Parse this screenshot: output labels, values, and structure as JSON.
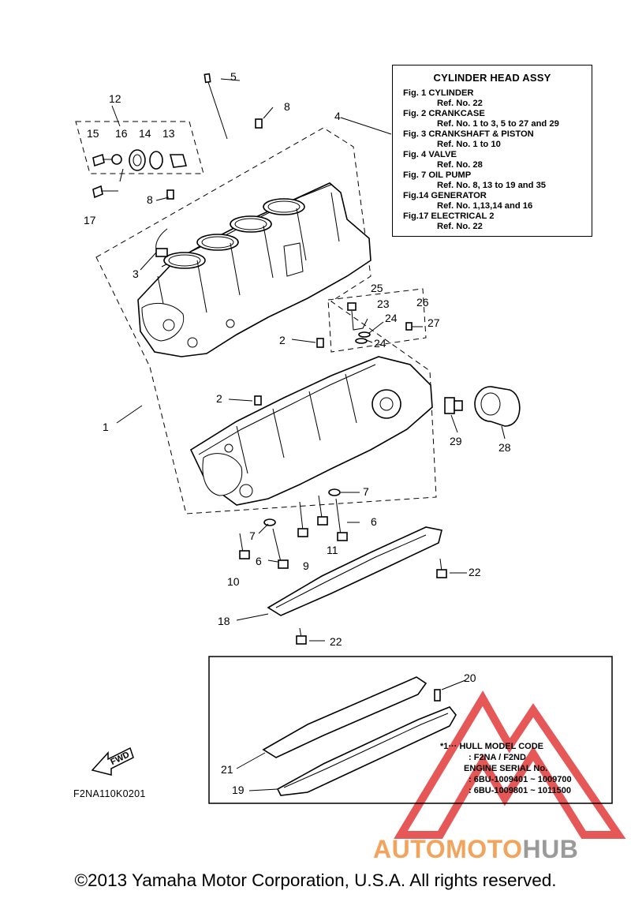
{
  "reference_box": {
    "title": "CYLINDER HEAD ASSY",
    "items": [
      {
        "fig": "Fig.  1 CYLINDER",
        "ref": "Ref. No. 22"
      },
      {
        "fig": "Fig.  2 CRANKCASE",
        "ref": "Ref. No. 1 to 3, 5 to 27 and 29"
      },
      {
        "fig": "Fig.  3 CRANKSHAFT & PISTON",
        "ref": "Ref. No. 1 to 10"
      },
      {
        "fig": "Fig.  4 VALVE",
        "ref": "Ref. No. 28"
      },
      {
        "fig": "Fig.  7 OIL PUMP",
        "ref": "Ref. No. 8, 13 to 19 and 35"
      },
      {
        "fig": "Fig.14 GENERATOR",
        "ref": "Ref. No. 1,13,14 and 16"
      },
      {
        "fig": "Fig.17 ELECTRICAL 2",
        "ref": "Ref. No. 22"
      }
    ]
  },
  "hull_note": {
    "line1": "*1··· HULL MODEL CODE",
    "line2": ": F2NA / F2ND",
    "line3": "ENGINE SERIAL No.",
    "line4": ": 6BU-1009401 ~ 1009700",
    "line5": ": 6BU-1009801 ~ 1011500"
  },
  "callouts": {
    "c1": "1",
    "c2a": "2",
    "c2b": "2",
    "c3": "3",
    "c4": "4",
    "c5": "5",
    "c6a": "6",
    "c6b": "6",
    "c7a": "7",
    "c7b": "7",
    "c8a": "8",
    "c8b": "8",
    "c9": "9",
    "c10": "10",
    "c11": "11",
    "c12": "12",
    "c13": "13",
    "c14": "14",
    "c15": "15",
    "c16": "16",
    "c17": "17",
    "c18": "18",
    "c19": "19",
    "c20": "20",
    "c21": "21",
    "c22a": "22",
    "c22b": "22",
    "c23": "23",
    "c24a": "24",
    "c24b": "24",
    "c25": "25",
    "c26": "26",
    "c27": "27",
    "c28": "28",
    "c29": "29"
  },
  "fwd_label": "FWD",
  "drawing_code": "F2NA110K0201",
  "copyright": "©2013 Yamaha Motor Corporation, U.S.A. All rights reserved.",
  "watermark": {
    "part1": "AUTO",
    "part2": "MOTO",
    "part3": "HUB",
    "color_orange": "#f2a35c",
    "color_red": "#e23b3b",
    "color_gray": "#9a9a9a"
  }
}
